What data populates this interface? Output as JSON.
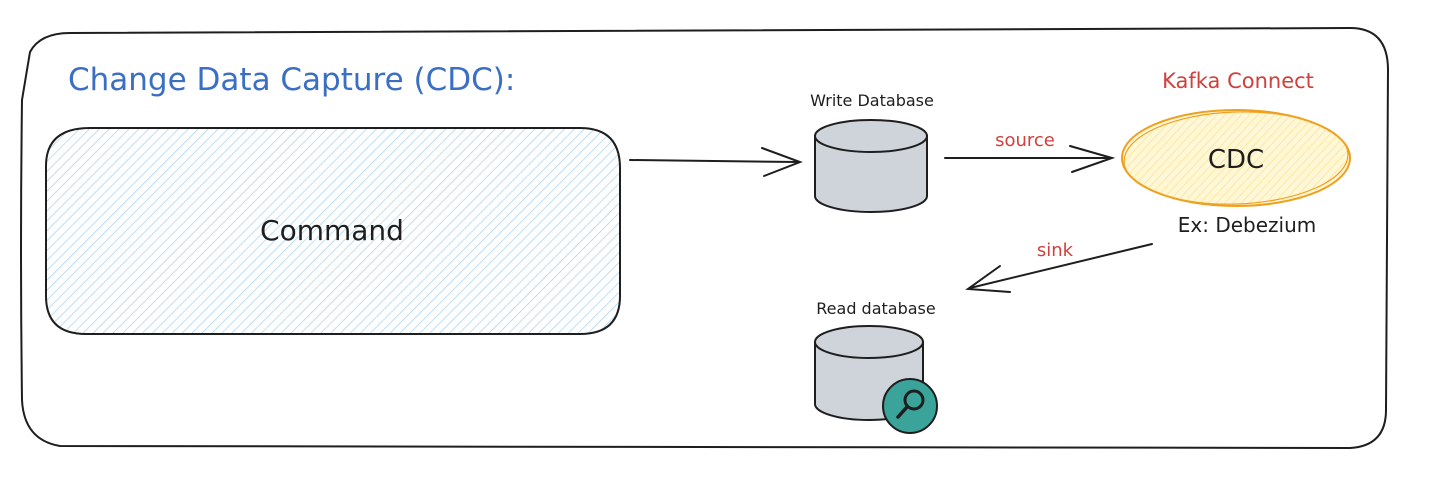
{
  "diagram": {
    "title": "Change Data Capture (CDC):",
    "command_label": "Command",
    "write_db_label": "Write Database",
    "read_db_label": "Read database",
    "kafka_connect_label": "Kafka Connect",
    "cdc_label": "CDC",
    "example_label": "Ex: Debezium",
    "source_label": "source",
    "sink_label": "sink"
  },
  "colors": {
    "title": "#3a6fc4",
    "accent_red": "#d0403c",
    "cdc_fill": "#fff7d6",
    "cdc_stroke": "#f0a020",
    "db_fill": "#ced4da",
    "command_hatch": "#a5d0f0",
    "search_badge": "#3aa39a"
  },
  "icons": {
    "write_db": "database-icon",
    "read_db": "database-icon",
    "search": "search-icon"
  }
}
